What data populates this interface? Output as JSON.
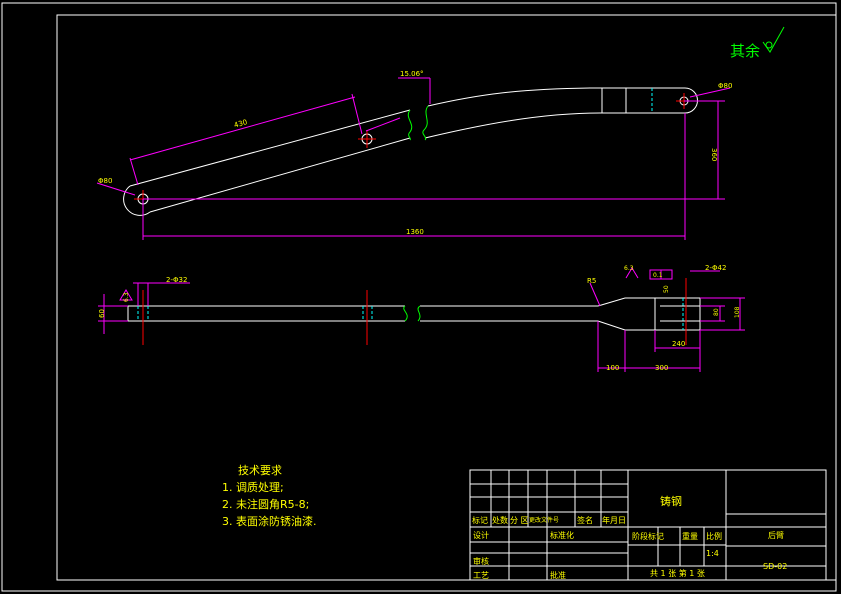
{
  "surface_mark": {
    "label": "其余",
    "color": "#00ff00"
  },
  "dimensions": {
    "angle": "15.06°",
    "len_arm": "430",
    "hole_right": "Φ80",
    "hole_left": "Φ80",
    "total_len": "1360",
    "height": "360",
    "chamfer": "2-Φ32",
    "thk": "60",
    "rough_left": "6.3",
    "rough_right": "6.3",
    "tol_box": "0.1",
    "chamfer_right": "2-Φ42",
    "rad": "R5",
    "d1": "50",
    "d2": "80",
    "d3": "240",
    "d4": "100",
    "d5": "300",
    "d6": "108"
  },
  "notes": {
    "title": "技术要求",
    "items": [
      "1. 调质处理;",
      "2. 未注圆角R5-8;",
      "3. 表面涂防锈油漆."
    ]
  },
  "title_block": {
    "material": "铸钢",
    "part_name": "后臂",
    "drawing_no": "SD-02",
    "scale": "1:4",
    "sheet_info": "共 1 张  第 1 张",
    "row_header": [
      "标记",
      "处数",
      "分 区",
      "更改文件号",
      "签名",
      "年月日"
    ],
    "designer": "设计",
    "std": "标准化",
    "review": "审核",
    "process": "工艺",
    "approve": "批准",
    "stage_label": "阶段标记",
    "weight": "重量",
    "ratio": "比例"
  },
  "colors": {
    "background": "#000000",
    "frame": "#ffffff",
    "dimension": "#ff00ff",
    "text": "#ffff00",
    "center": "#ff0000",
    "hidden": "#00ffff"
  }
}
